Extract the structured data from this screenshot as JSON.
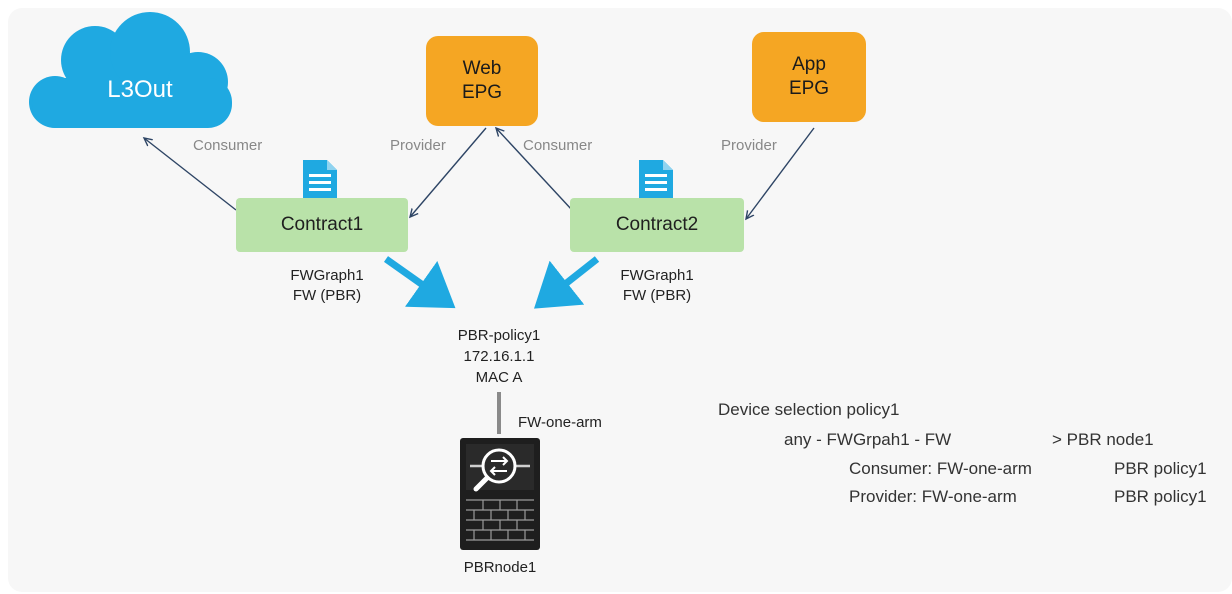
{
  "nodes": {
    "l3out": "L3Out",
    "web_epg": [
      "Web",
      "EPG"
    ],
    "app_epg": [
      "App",
      "EPG"
    ],
    "contract1": "Contract1",
    "contract2": "Contract2",
    "pbr_node": "PBRnode1"
  },
  "edge_labels": {
    "c1_consumer": "Consumer",
    "c1_provider": "Provider",
    "c2_consumer": "Consumer",
    "c2_provider": "Provider"
  },
  "graph_labels": {
    "left": [
      "FWGraph1",
      "FW (PBR)"
    ],
    "right": [
      "FWGraph1",
      "FW (PBR)"
    ]
  },
  "pbr_policy": [
    "PBR-policy1",
    "172.16.1.1",
    "MAC A"
  ],
  "interface_label": "FW-one-arm",
  "device_selection": {
    "title": "Device selection policy1",
    "rule_left": "any - FWGrpah1 - FW",
    "rule_right": "> PBR node1",
    "consumer_left": "Consumer: FW-one-arm",
    "consumer_right": "PBR policy1",
    "provider_left": "Provider: FW-one-arm",
    "provider_right": "PBR policy1"
  },
  "colors": {
    "cloud": "#1fa9e1",
    "epg": "#f5a623",
    "contract": "#b9e2a9",
    "doc_icon": "#1fa9e1",
    "arrow": "#2e4565",
    "thick_arrow": "#1fa9e1",
    "firewall": "#1e1e1e"
  }
}
